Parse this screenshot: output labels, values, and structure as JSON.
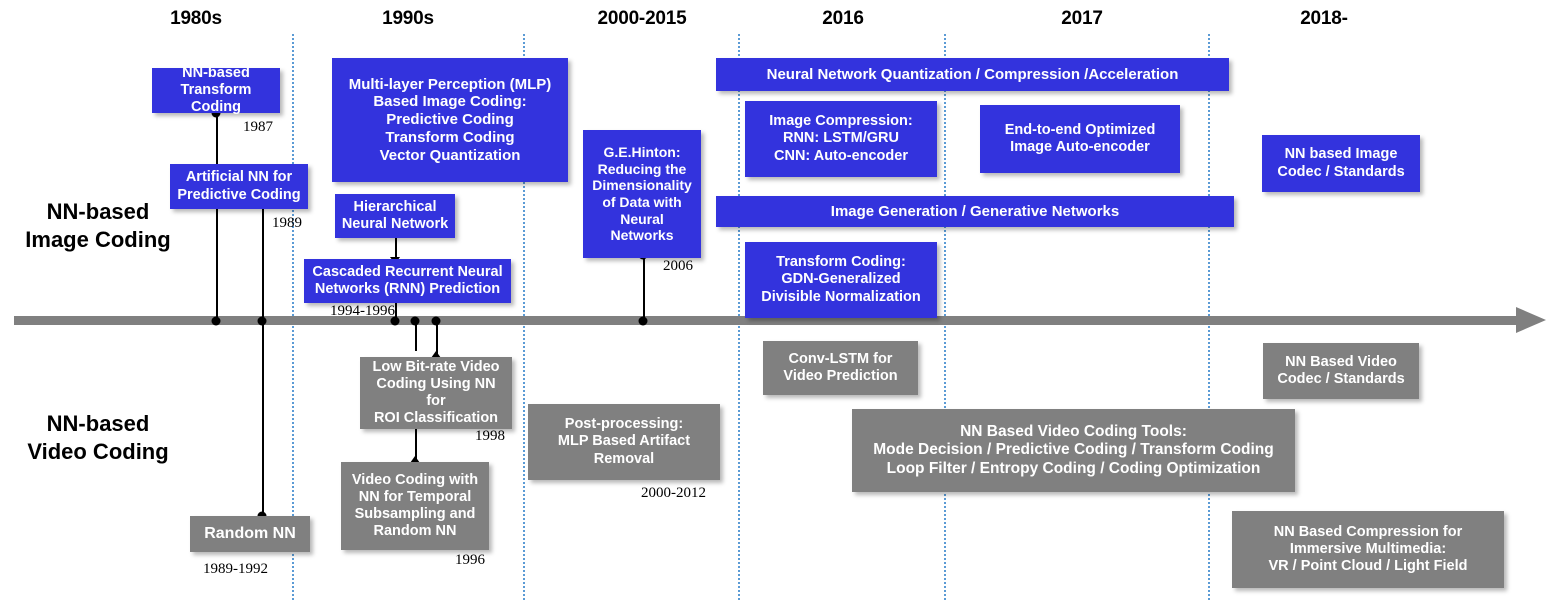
{
  "diagram": {
    "title": "Timeline of NN-based Image Coding and NN-based Video Coding",
    "colors": {
      "blue_box": "#3333dd",
      "gray_box": "#808080",
      "axis": "#808080",
      "separator": "#5b9bd5",
      "leader": "#000000",
      "text_on_box": "#ffffff",
      "label_text": "#000000"
    }
  },
  "eras": [
    {
      "label": "1980s"
    },
    {
      "label": "1990s"
    },
    {
      "label": "2000-2015"
    },
    {
      "label": "2016"
    },
    {
      "label": "2017"
    },
    {
      "label": "2018-"
    }
  ],
  "side_labels": [
    {
      "label": "NN-based\nImage Coding"
    },
    {
      "label": "NN-based\nVideo Coding"
    }
  ],
  "image_coding_boxes": [
    {
      "label": "NN-based\nTransform Coding"
    },
    {
      "label": "Artificial NN for\nPredictive Coding"
    },
    {
      "label": "Multi-layer Perception (MLP)\nBased Image Coding:\nPredictive Coding\nTransform Coding\nVector Quantization"
    },
    {
      "label": "Hierarchical\nNeural Network"
    },
    {
      "label": "Cascaded Recurrent Neural\nNetworks (RNN) Prediction"
    },
    {
      "label": "G.E.Hinton:\nReducing the\nDimensionality\nof Data with\nNeural\nNetworks"
    },
    {
      "label": "Neural Network Quantization / Compression /Acceleration"
    },
    {
      "label": "Image Compression:\nRNN: LSTM/GRU\nCNN: Auto-encoder"
    },
    {
      "label": "End-to-end Optimized\nImage Auto-encoder"
    },
    {
      "label": "Image Generation / Generative Networks"
    },
    {
      "label": "Transform Coding:\nGDN-Generalized\nDivisible Normalization"
    },
    {
      "label": "NN based Image\nCodec / Standards"
    }
  ],
  "video_coding_boxes": [
    {
      "label": "Random NN"
    },
    {
      "label": "Low Bit-rate Video\nCoding Using NN for\nROI Classification"
    },
    {
      "label": "Video Coding with\nNN for Temporal\nSubsampling and\nRandom NN"
    },
    {
      "label": "Post-processing:\nMLP Based Artifact\nRemoval"
    },
    {
      "label": "Conv-LSTM for\nVideo Prediction"
    },
    {
      "label": "NN Based Video Coding Tools:\nMode Decision / Predictive Coding / Transform Coding\nLoop Filter / Entropy Coding / Coding Optimization"
    },
    {
      "label": "NN Based Video\nCodec / Standards"
    },
    {
      "label": "NN Based Compression for\nImmersive Multimedia:\nVR / Point Cloud / Light Field"
    }
  ],
  "year_annotations": [
    {
      "label": "1987"
    },
    {
      "label": "1989"
    },
    {
      "label": "1994-1996"
    },
    {
      "label": "2006"
    },
    {
      "label": "1998"
    },
    {
      "label": "1996"
    },
    {
      "label": "1989-1992"
    },
    {
      "label": "2000-2012"
    }
  ]
}
